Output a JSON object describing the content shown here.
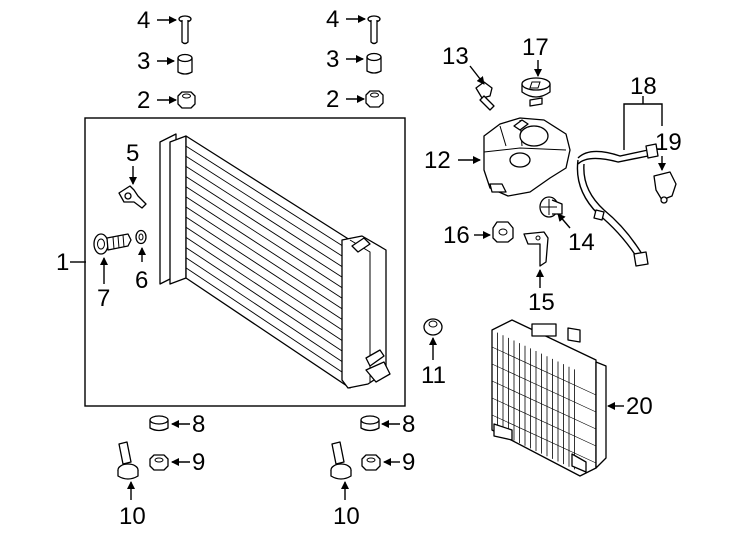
{
  "callouts": [
    {
      "id": "4a",
      "label": "4"
    },
    {
      "id": "3a",
      "label": "3"
    },
    {
      "id": "2a",
      "label": "2"
    },
    {
      "id": "4b",
      "label": "4"
    },
    {
      "id": "3b",
      "label": "3"
    },
    {
      "id": "2b",
      "label": "2"
    },
    {
      "id": "13",
      "label": "13"
    },
    {
      "id": "17",
      "label": "17"
    },
    {
      "id": "18",
      "label": "18"
    },
    {
      "id": "19",
      "label": "19"
    },
    {
      "id": "12",
      "label": "12"
    },
    {
      "id": "5",
      "label": "5"
    },
    {
      "id": "1",
      "label": "1"
    },
    {
      "id": "6",
      "label": "6"
    },
    {
      "id": "7",
      "label": "7"
    },
    {
      "id": "16",
      "label": "16"
    },
    {
      "id": "14",
      "label": "14"
    },
    {
      "id": "15",
      "label": "15"
    },
    {
      "id": "11",
      "label": "11"
    },
    {
      "id": "20",
      "label": "20"
    },
    {
      "id": "8a",
      "label": "8"
    },
    {
      "id": "8b",
      "label": "8"
    },
    {
      "id": "9a",
      "label": "9"
    },
    {
      "id": "9b",
      "label": "9"
    },
    {
      "id": "10a",
      "label": "10"
    },
    {
      "id": "10b",
      "label": "10"
    }
  ]
}
